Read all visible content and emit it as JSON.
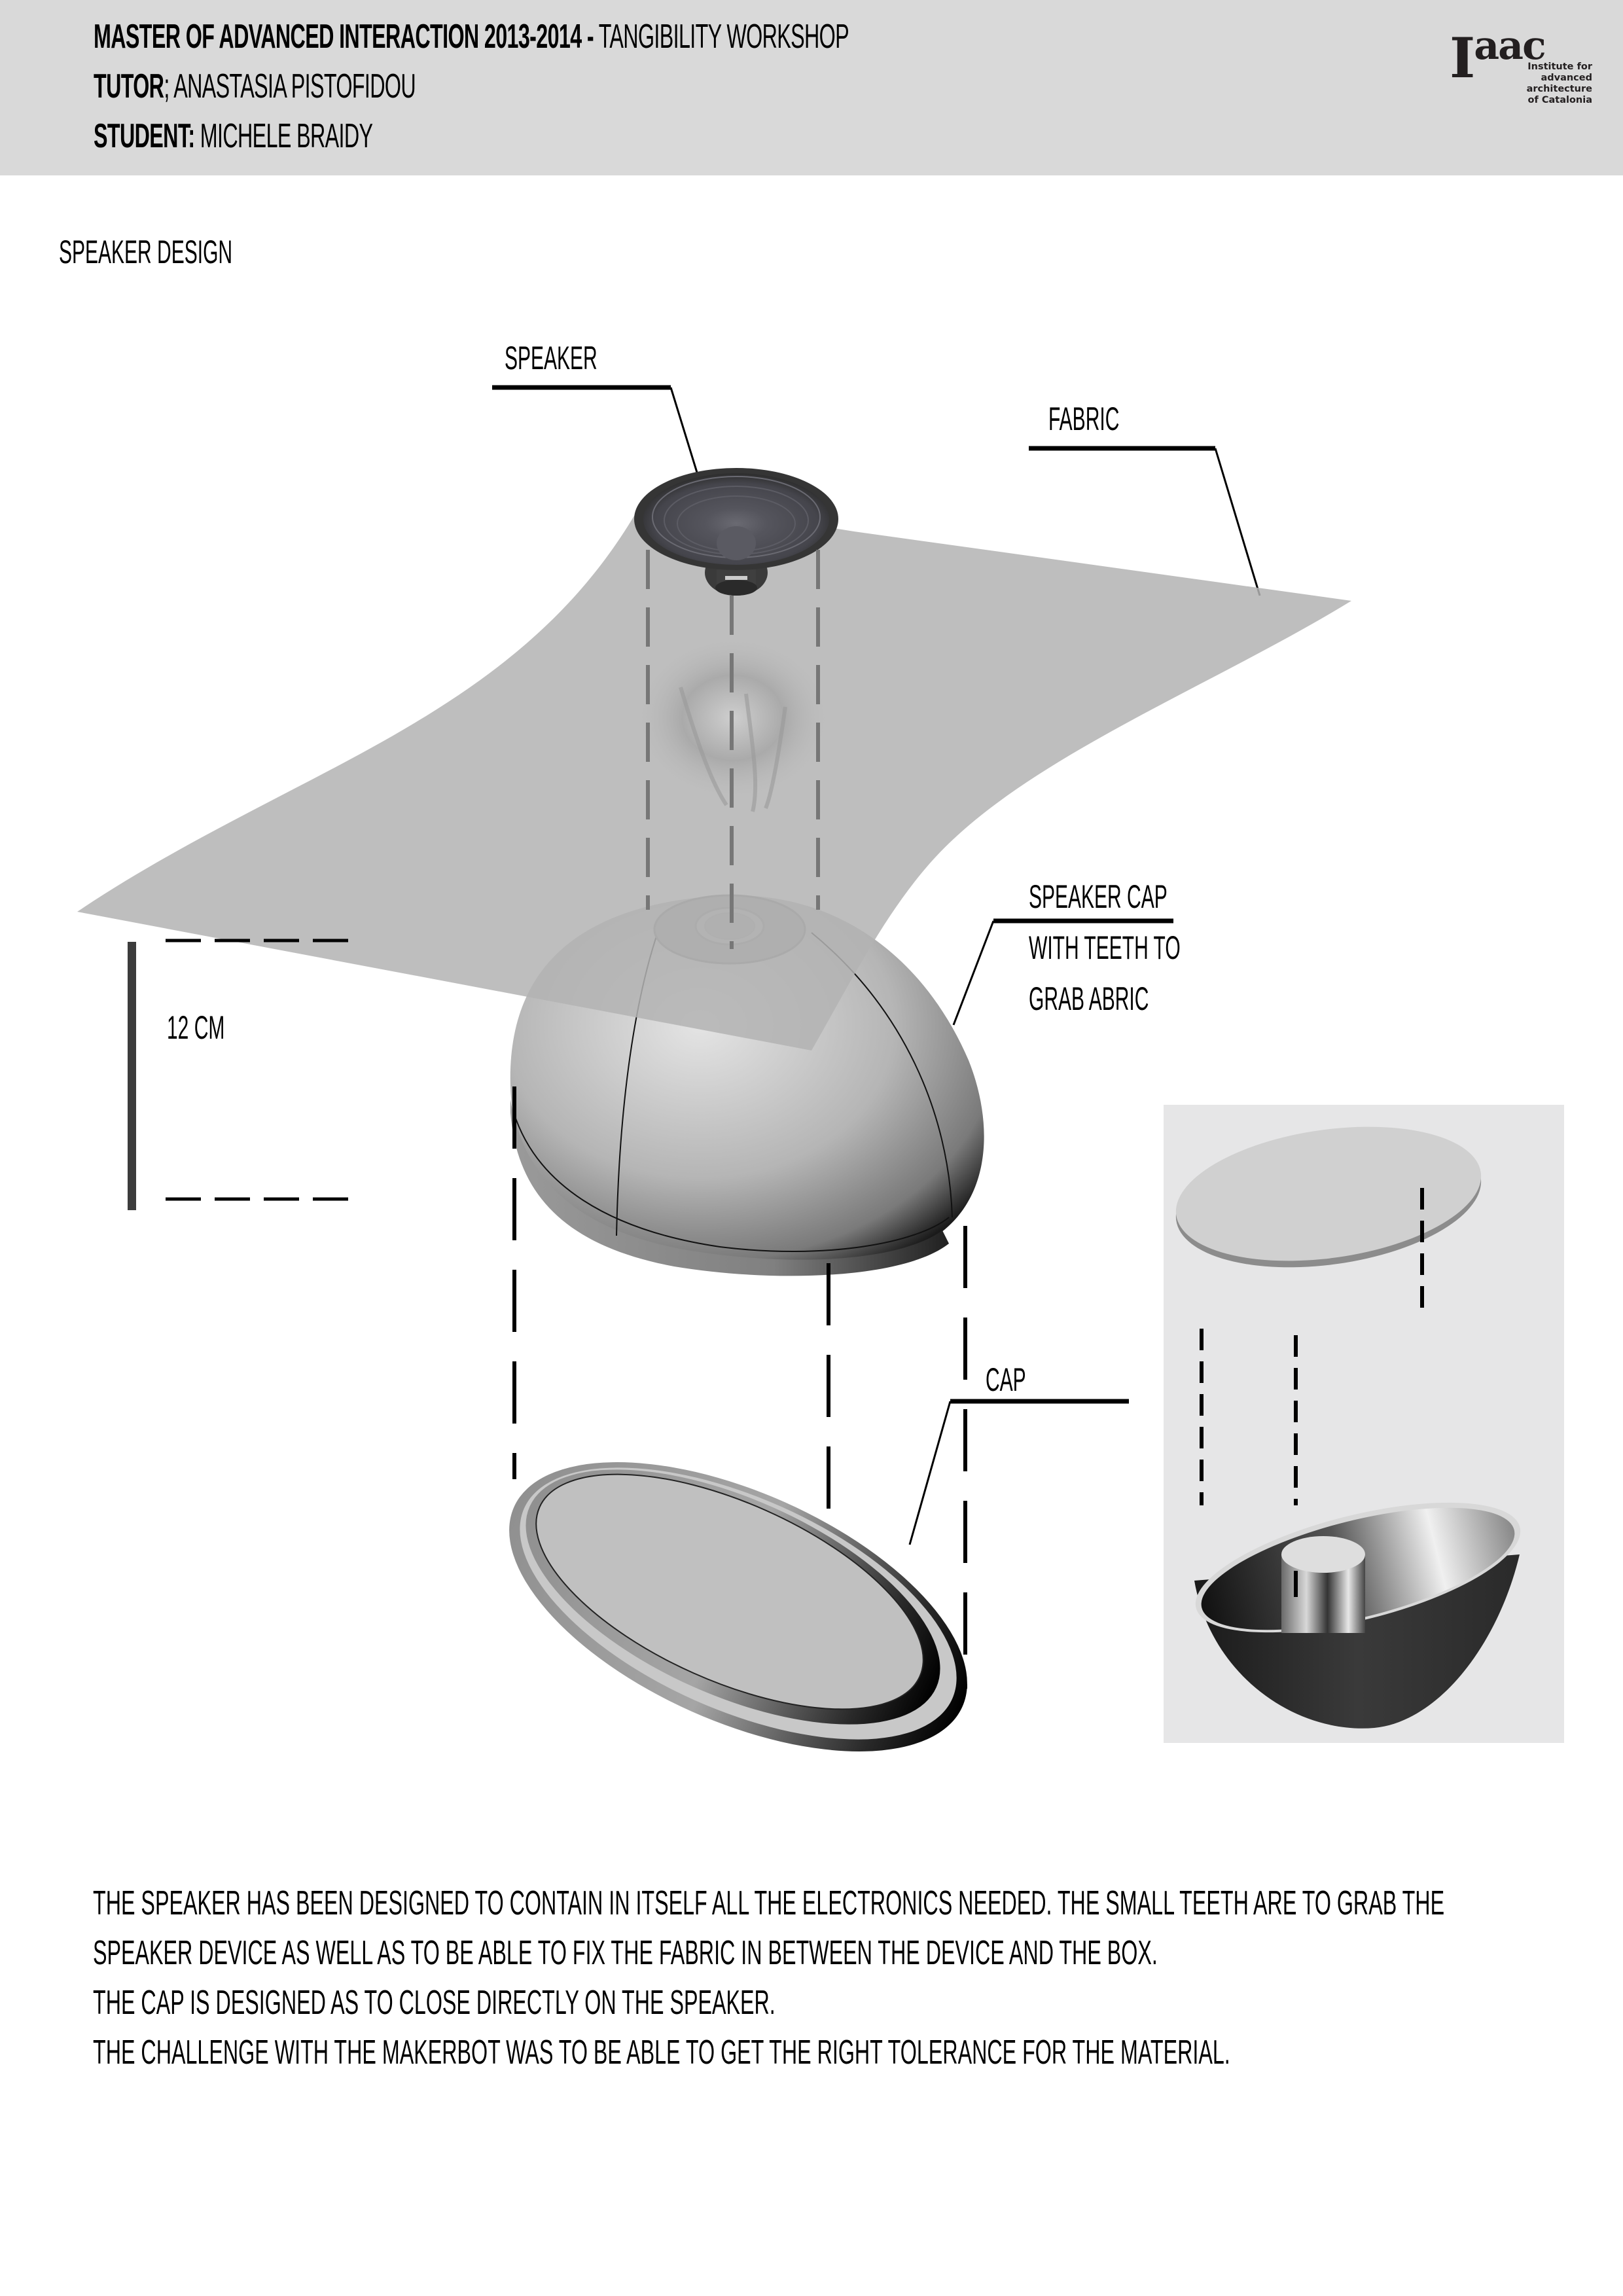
{
  "header": {
    "line1_bold": "MASTER OF ADVANCED INTERACTION 2013-2014 -",
    "line1_light": " TANGIBILITY WORKSHOP",
    "line2_bold": "TUTOR",
    "line2_light": "; ANASTASIA PISTOFIDOU",
    "line3_bold": "STUDENT:",
    "line3_light": " MICHELE BRAIDY",
    "background_color": "#d9d9d9"
  },
  "logo": {
    "mark": "Iaac",
    "mark_I": "I",
    "mark_sup": "aa",
    "mark_c": "c",
    "text_lines": [
      "Institute for",
      "advanced",
      "architecture",
      "of Catalonia"
    ]
  },
  "section_title": "SPEAKER DESIGN",
  "callouts": {
    "speaker": "SPEAKER",
    "fabric": "FABRIC",
    "speaker_cap": [
      "SPEAKER CAP",
      "WITH TEETH TO",
      "GRAB ABRIC"
    ],
    "dimension": "12 CM",
    "cap": "CAP"
  },
  "inset": {
    "background_color": "#e6e6e7",
    "content": "exploded view: flat lid above open shell with central cylinder"
  },
  "description": [
    "THE SPEAKER HAS BEEN DESIGNED TO CONTAIN IN ITSELF ALL THE ELECTRONICS NEEDED.  THE SMALL TEETH  ARE TO GRAB THE",
    "SPEAKER DEVICE AS WELL AS TO BE ABLE TO FIX THE FABRIC IN BETWEEN THE DEVICE AND THE BOX.",
    "THE CAP IS DESIGNED AS TO CLOSE DIRECTLY ON THE SPEAKER.",
    "THE CHALLENGE WITH THE MAKERBOT WAS TO BE ABLE TO GET THE RIGHT TOLERANCE FOR THE MATERIAL."
  ]
}
